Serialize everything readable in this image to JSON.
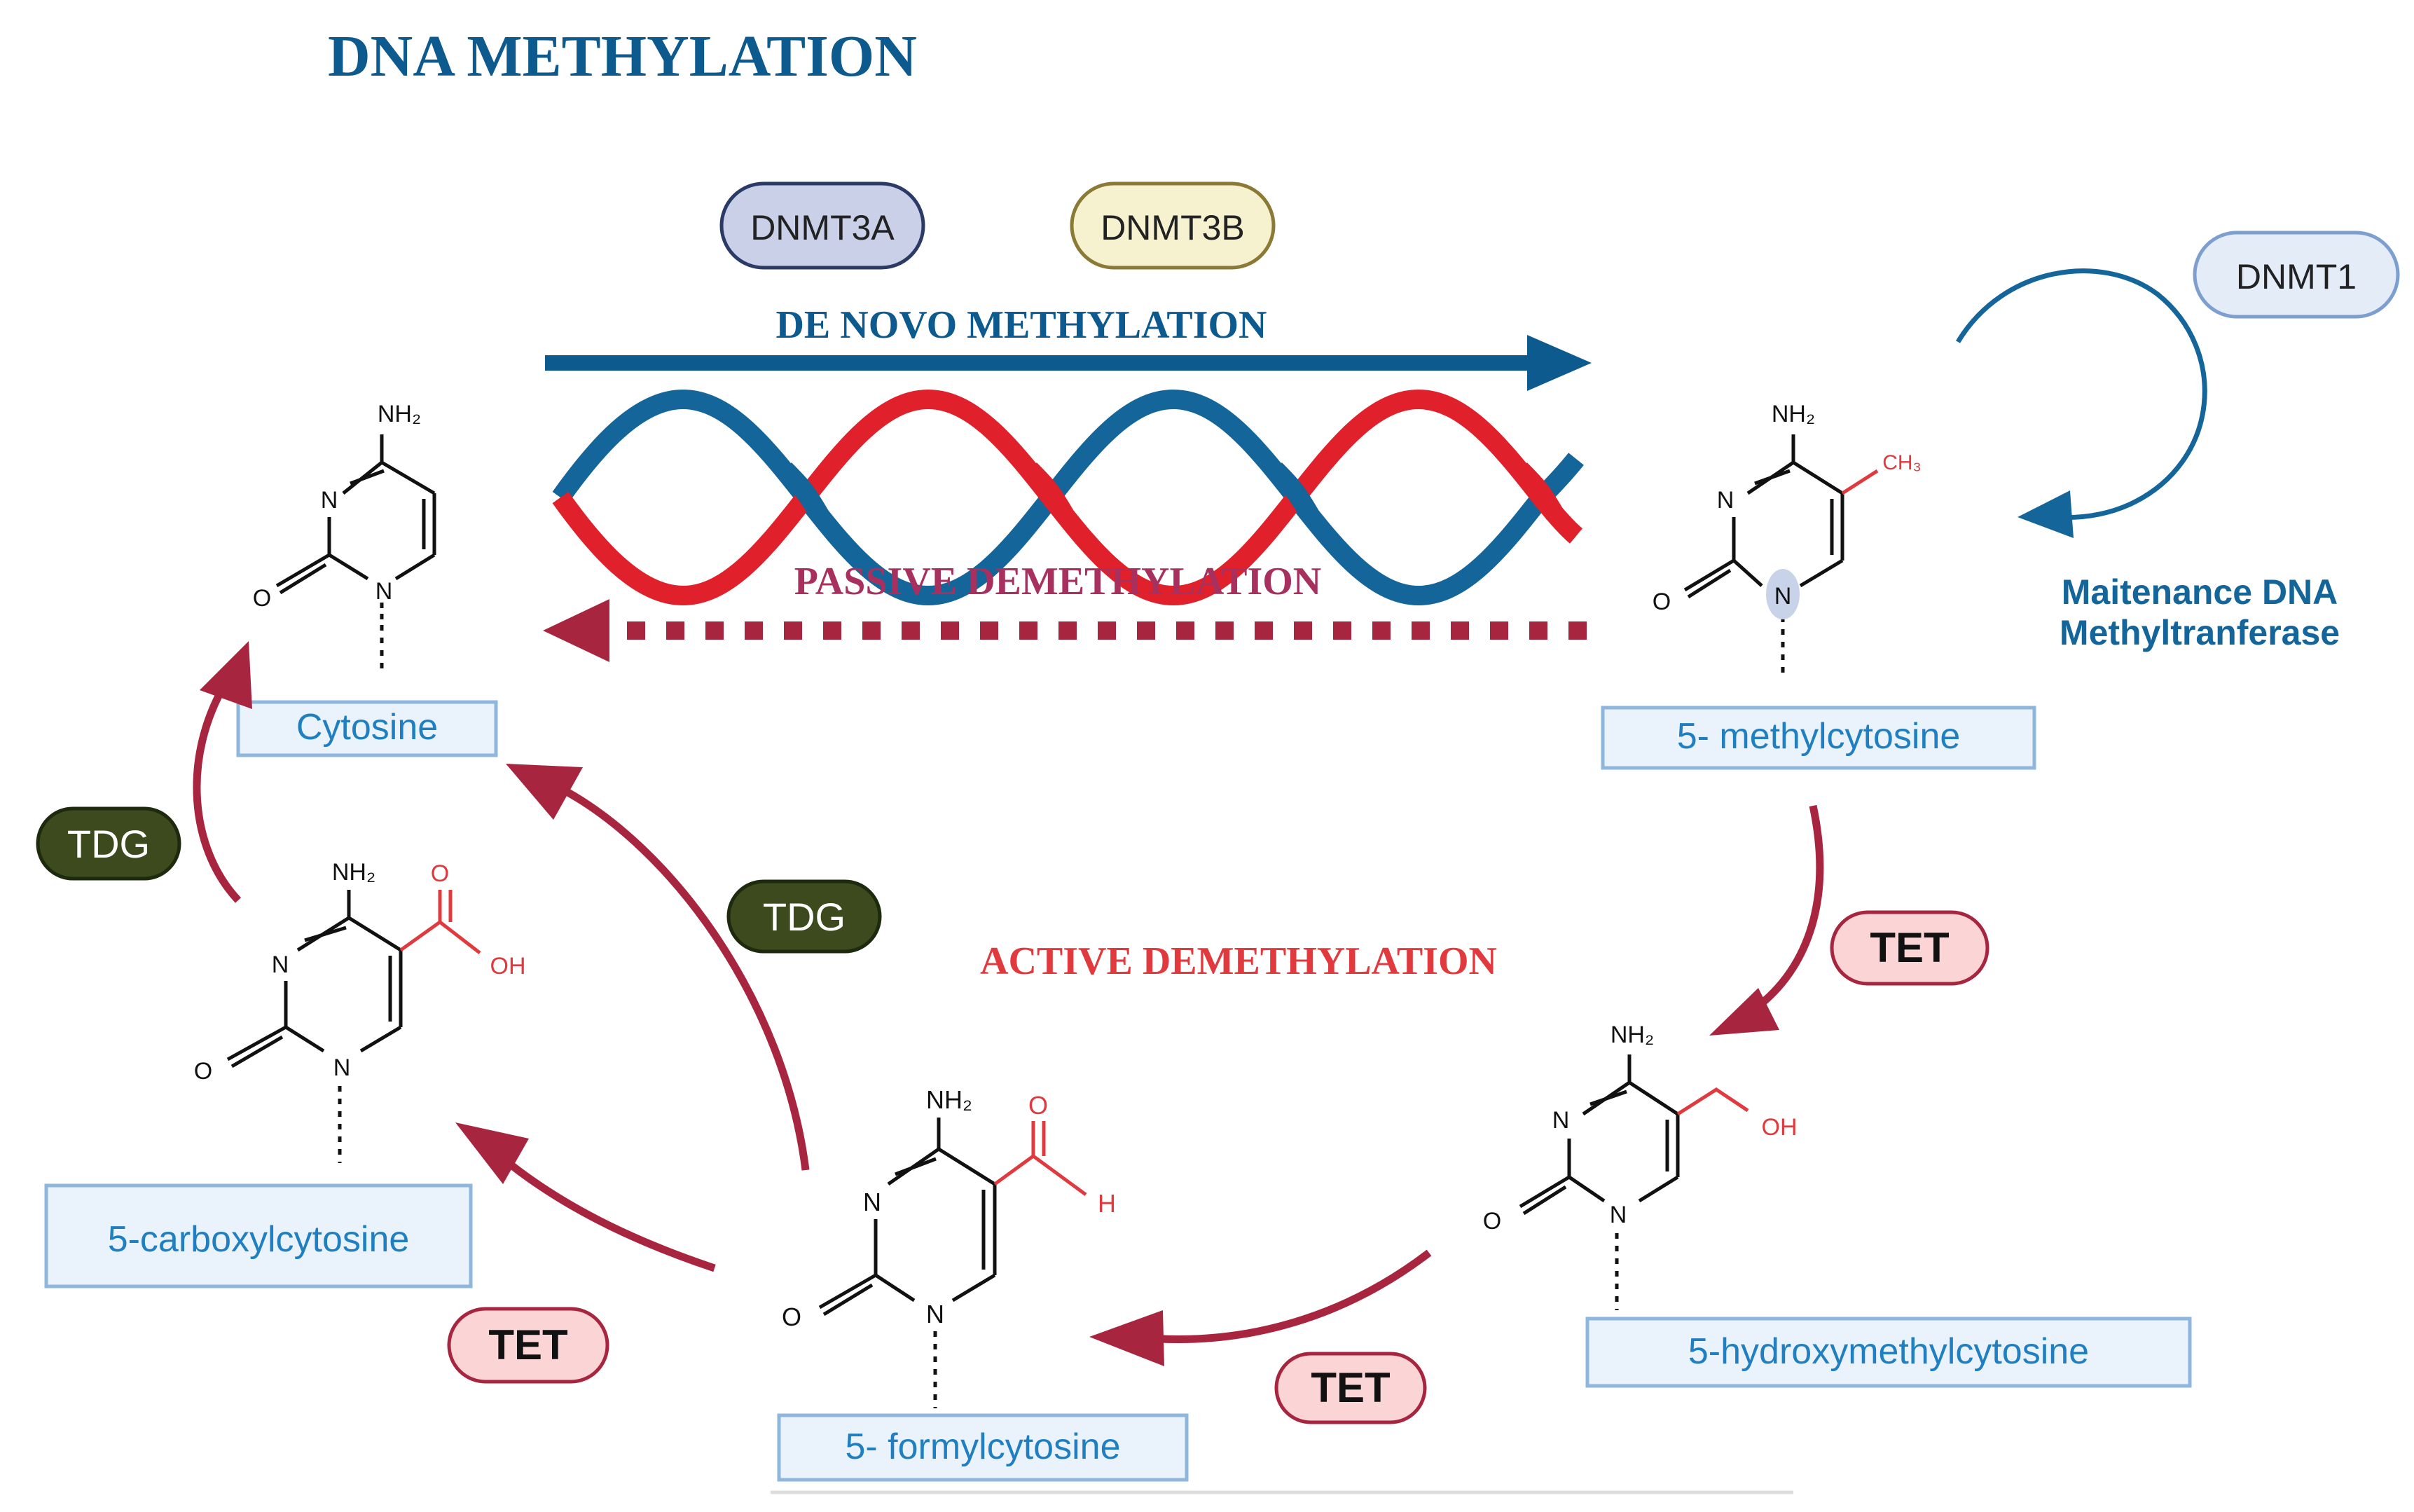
{
  "title": "DNA METHYLATION",
  "enzymes": {
    "dnmt3a": "DNMT3A",
    "dnmt3b": "DNMT3B",
    "dnmt1": "DNMT1",
    "tet": "TET",
    "tdg": "TDG"
  },
  "processes": {
    "de_novo": "DE NOVO METHYLATION",
    "passive": "PASSIVE DEMETHYLATION",
    "active": "ACTIVE DEMETHYLATION",
    "maintenance_line1": "Maitenance DNA",
    "maintenance_line2": "Methyltranferase"
  },
  "molecules": {
    "cytosine": "Cytosine",
    "methylcytosine": "5- methylcytosine",
    "hydroxymethylcytosine": "5-hydroxymethylcytosine",
    "formylcytosine": "5- formylcytosine",
    "carboxylcytosine": "5-carboxylcytosine"
  },
  "atoms": {
    "nh2": "NH₂",
    "n": "N",
    "o": "O",
    "ch3": "CH₃",
    "oh": "OH",
    "h": "H"
  },
  "colors": {
    "title_blue": "#0d5a8f",
    "arrow_blue": "#0d5a8f",
    "strand_red": "#e0202a",
    "strand_blue": "#14659a",
    "arrow_maroon": "#a8253f",
    "passive_text": "#a8305f",
    "active_text": "#e0393e",
    "label_blue": "#1f7fc0",
    "tdg_fill": "#3c4a1d",
    "tet_fill": "#fbd5d5"
  }
}
